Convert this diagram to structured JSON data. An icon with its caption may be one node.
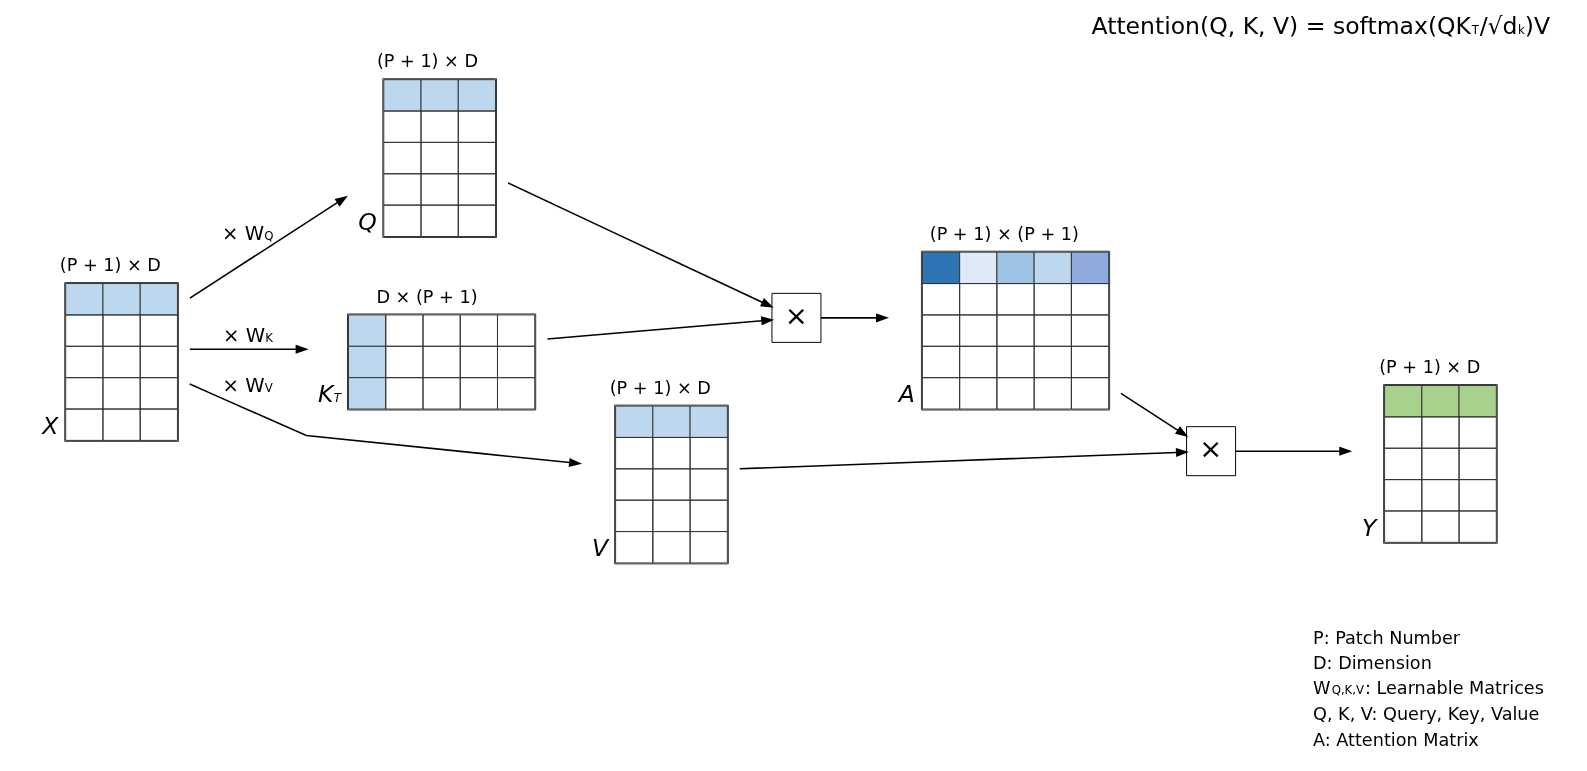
{
  "diagram": {
    "title": "Attention(Q, K, V) = softmax(QK$^{T}$/√d$_{k}$)V",
    "nodes": [
      {
        "text": [
          "(P + 1) × D"
        ],
        "beside": [
          "X"
        ]
      },
      {
        "text": [
          "(P + 1) × D"
        ],
        "beside": [
          "Q"
        ]
      },
      {
        "text": [
          "D × (P + 1)"
        ],
        "beside": [
          "K$^{T}$"
        ]
      },
      {
        "text": [
          "(P + 1) × D"
        ],
        "beside": [
          "V"
        ]
      },
      {
        "text": [
          "×"
        ]
      },
      {
        "text": [
          "(P + 1) × (P + 1)"
        ],
        "beside": [
          "A"
        ]
      },
      {
        "text": [
          "×"
        ]
      },
      {
        "text": [
          "(P + 1) × D"
        ],
        "beside": [
          "Y"
        ]
      }
    ],
    "edges": [
      {
        "from": 0,
        "to": 1,
        "arrow": "to",
        "label": "× W$_{Q}$"
      },
      {
        "from": 0,
        "to": 2,
        "arrow": "to",
        "label": "× W$_{K}$"
      },
      {
        "from": 0,
        "to": 3,
        "arrow": "to",
        "label": "× W$_{V}$"
      },
      {
        "from": 1,
        "to": 4,
        "arrow": "to"
      },
      {
        "from": 2,
        "to": 4,
        "arrow": "to"
      },
      {
        "from": 4,
        "to": 5,
        "arrow": "to"
      },
      {
        "from": 5,
        "to": 6,
        "arrow": "to"
      },
      {
        "from": 3,
        "to": 6,
        "arrow": "to"
      },
      {
        "from": 6,
        "to": 7,
        "arrow": "to"
      }
    ],
    "labels": [
      "P: Patch Number",
      "D: Dimension",
      "W$_{Q,K,V}$: Learnable Matrices",
      "Q, K, V: Query, Key, Value",
      "A: Attention Matrix"
    ]
  }
}
